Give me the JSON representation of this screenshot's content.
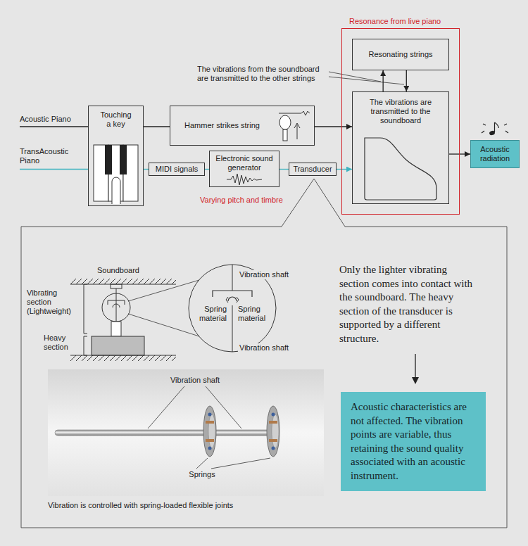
{
  "diagram": {
    "nodes": [
      {
        "text": [
          "Resonance from live piano"
        ]
      },
      {
        "text": [
          "Resonating strings"
        ],
        "in": 0
      },
      {
        "text": [
          "The vibrations are transmitted to the soundboard"
        ],
        "in": 0
      },
      {
        "text": [
          "Touching a key"
        ]
      },
      {
        "text": [
          "Hammer strikes string"
        ]
      },
      {
        "text": [
          "MIDI signals"
        ]
      },
      {
        "text": [
          "Electronic sound generator"
        ]
      },
      {
        "text": [
          "Transducer"
        ]
      },
      {
        "text": [
          "Acoustic radiation"
        ]
      },
      {
        "text": [
          "Acoustic characteristics are not affected. The vibration points are variable, thus retaining the sound quality associated with an acoustic instrument."
        ]
      }
    ],
    "edges": [
      {
        "from": 2,
        "to": 1,
        "arrow": "to"
      },
      {
        "from": 1,
        "to": 2,
        "arrow": "to"
      },
      {
        "from": 3,
        "to": 4,
        "arrow": "none"
      },
      {
        "from": 4,
        "to": 2,
        "arrow": "to"
      },
      {
        "from": 3,
        "to": 5,
        "arrow": "none"
      },
      {
        "from": 5,
        "to": 6,
        "arrow": "none"
      },
      {
        "from": 6,
        "to": 7,
        "arrow": "none"
      },
      {
        "from": 7,
        "to": 2,
        "arrow": "to"
      },
      {
        "from": 2,
        "to": 8,
        "arrow": "to"
      }
    ],
    "labels": [
      "The vibrations from the soundboard are transmitted to the other strings",
      "Acoustic Piano",
      "TransAcoustic Piano",
      "Varying pitch and timbre",
      "Soundboard",
      "Vibrating section (Lightweight)",
      "Heavy section",
      "Vibration shaft",
      "Spring material",
      "Spring material",
      "Vibration shaft",
      "Vibration shaft",
      "Springs",
      "Vibration is controlled with spring-loaded flexible joints",
      "Only the lighter vibrating section comes into contact with the soundboard. The heavy section of the transducer is supported by a different structure."
    ]
  }
}
